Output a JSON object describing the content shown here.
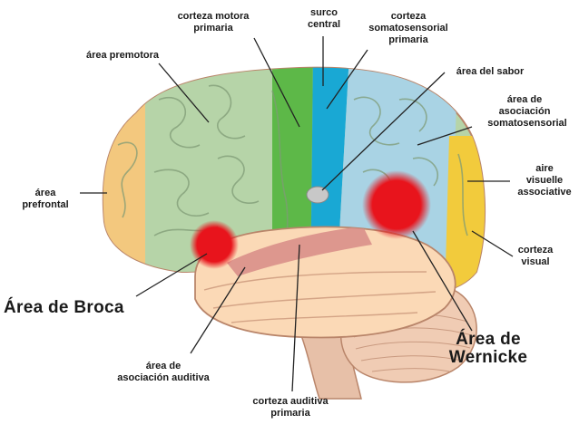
{
  "labels": {
    "corteza_motora": [
      "corteza motora",
      "primaria"
    ],
    "surco_central": [
      "surco",
      "central"
    ],
    "corteza_somato": [
      "corteza",
      "somatosensorial",
      "primaria"
    ],
    "area_premotora": [
      "área premotora"
    ],
    "area_sabor": [
      "área del sabor"
    ],
    "asociacion_somato": [
      "área de",
      "asociación",
      "somatosensorial"
    ],
    "prefrontal": [
      "área",
      "prefrontal"
    ],
    "aire_visuelle": [
      "aire",
      "visuelle",
      "associative"
    ],
    "corteza_visual": [
      "corteza",
      "visual"
    ],
    "broca": [
      "Área de Broca"
    ],
    "wernicke": [
      "Área de",
      "Wernicke"
    ],
    "asociacion_auditiva": [
      "área de",
      "asociación auditiva"
    ],
    "auditiva_primaria": [
      "corteza auditiva",
      "primaria"
    ]
  },
  "colors": {
    "prefrontal": "#f3c87e",
    "premotor": "#b6d4a8",
    "motor": "#5db848",
    "somatosensory": "#19a8d4",
    "association": "#a9d3e4",
    "visual": "#f2cb3c",
    "temporal": "#fbd9b6",
    "auditory": "#d98f8a",
    "hotspot": "#e8141c",
    "cerebellum": "#f0ccb4",
    "brainstem": "#e7c0a8",
    "outline": "#b9856a",
    "line": "#222222"
  }
}
